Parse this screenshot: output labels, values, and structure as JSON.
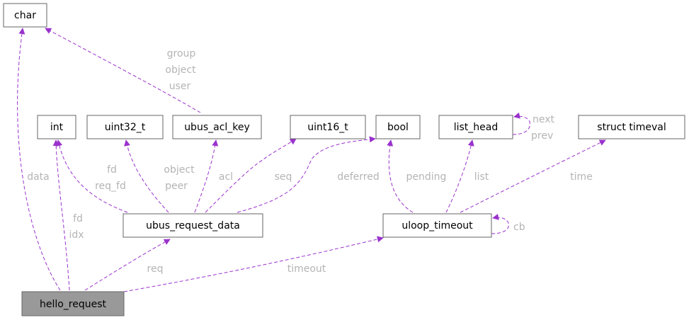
{
  "diagram": {
    "colors": {
      "edge": "#9a32cd",
      "label": "#b4b4b4",
      "node_border": "#666666",
      "focus_fill": "#999999"
    },
    "nodes": {
      "char": "char",
      "int": "int",
      "uint32_t": "uint32_t",
      "ubus_acl_key": "ubus_acl_key",
      "uint16_t": "uint16_t",
      "bool": "bool",
      "list_head": "list_head",
      "struct_timeval": "struct timeval",
      "ubus_request_data": "ubus_request_data",
      "uloop_timeout": "uloop_timeout",
      "hello_request": "hello_request"
    },
    "edges": {
      "acl_key_to_char": [
        "group",
        "object",
        "user"
      ],
      "hello_to_char": [
        "data"
      ],
      "hello_to_int": [
        "fd",
        "idx"
      ],
      "req_to_int": [
        "fd",
        "req_fd"
      ],
      "req_to_uint32": [
        "object",
        "peer"
      ],
      "req_to_acl_key": [
        "acl"
      ],
      "req_to_uint16": [
        "seq"
      ],
      "req_to_bool": [
        "deferred"
      ],
      "timeout_to_bool": [
        "pending"
      ],
      "timeout_to_list_head": [
        "list"
      ],
      "list_head_self": [
        "next",
        "prev"
      ],
      "timeout_to_timeval": [
        "time"
      ],
      "timeout_self": [
        "cb"
      ],
      "hello_to_req": [
        "req"
      ],
      "hello_to_timeout": [
        "timeout"
      ]
    }
  }
}
